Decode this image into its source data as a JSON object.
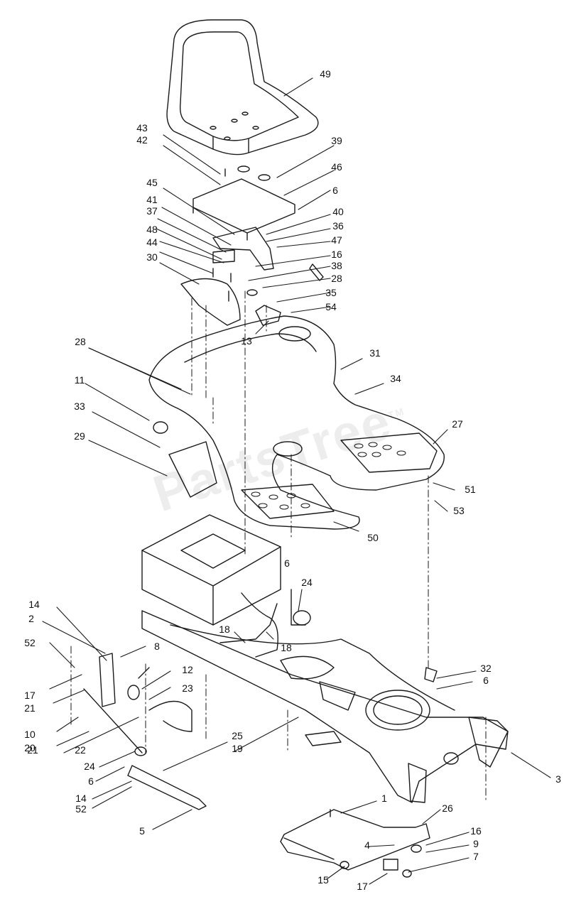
{
  "watermark": {
    "text": "PartsTree",
    "mark": "TM"
  },
  "callouts": [
    "49",
    "43",
    "42",
    "39",
    "46",
    "45",
    "6",
    "41",
    "40",
    "37",
    "36",
    "48",
    "47",
    "44",
    "16",
    "30",
    "38",
    "28",
    "35",
    "54",
    "13",
    "28",
    "31",
    "34",
    "11",
    "33",
    "29",
    "27",
    "51",
    "53",
    "50",
    "6",
    "24",
    "14",
    "2",
    "8",
    "18",
    "18",
    "52",
    "12",
    "17",
    "21",
    "23",
    "10",
    "20",
    "21",
    "22",
    "25",
    "19",
    "24",
    "6",
    "14",
    "52",
    "5",
    "32",
    "6",
    "3",
    "1",
    "26",
    "16",
    "4",
    "9",
    "7",
    "15",
    "17"
  ],
  "colors": {
    "line": "#1a1a1a",
    "label": "#111111",
    "watermark": "#000000"
  }
}
